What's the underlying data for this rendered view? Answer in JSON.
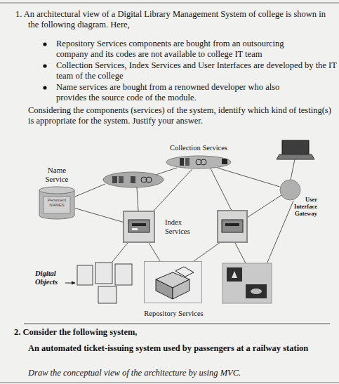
{
  "diagram": {
    "nodes": [
      {
        "text": [
          "Collection Services"
        ]
      },
      {
        "text": [
          "Name Service",
          "Persistent NAMES"
        ]
      },
      {
        "text": [
          "User Interface Gateway"
        ]
      },
      {
        "text": [
          "Index Services"
        ]
      },
      {
        "text": [
          "Repository Services"
        ]
      }
    ],
    "edges": [
      {
        "from": 1,
        "to": 3,
        "arrow": "none"
      },
      {
        "from": 0,
        "to": 3,
        "arrow": "none"
      },
      {
        "from": 0,
        "to": 2,
        "arrow": "none"
      },
      {
        "from": 3,
        "to": 4,
        "arrow": "none"
      }
    ],
    "labels": [
      "1. An architectural view of a Digital Library Management System of college is shown in the following diagram. Here,",
      "Repository Services components are bought from an outsourcing company and its codes are not available to college IT team",
      "Collection Services, Index Services and User Interfaces are developed by the IT team of the college",
      "Name services are bought from a renowned developer who also provides the source code of the module.",
      "Considering the components (services) of the system, identify which kind of testing(s) is appropriate for the system. Justify your answer.",
      "Digital Objects",
      "2. Consider the following system,",
      "An automated ticket-issuing system used by passengers at a railway station",
      "Draw the conceptual view of the architecture by using MVC."
    ]
  }
}
